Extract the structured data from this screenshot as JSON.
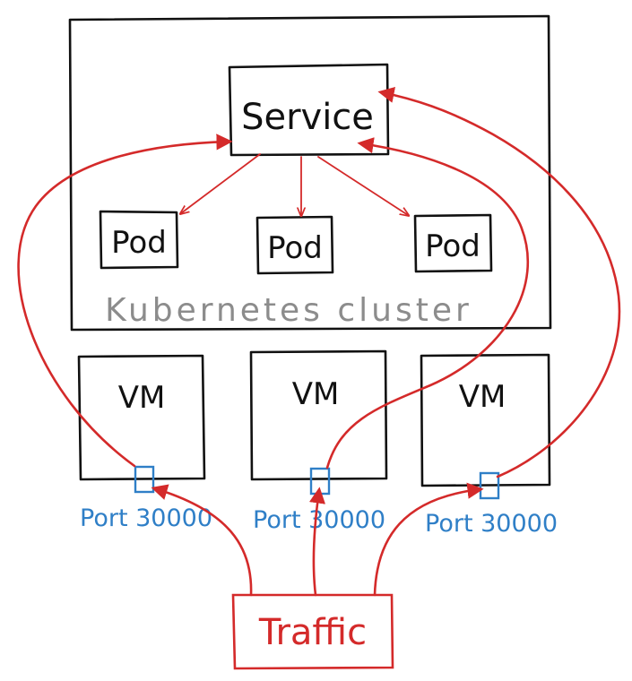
{
  "service": {
    "label": "Service"
  },
  "pods": [
    {
      "label": "Pod"
    },
    {
      "label": "Pod"
    },
    {
      "label": "Pod"
    }
  ],
  "cluster": {
    "label": "Kubernetes cluster"
  },
  "vms": [
    {
      "label": "VM",
      "port_label": "Port 30000"
    },
    {
      "label": "VM",
      "port_label": "Port 30000"
    },
    {
      "label": "VM",
      "port_label": "Port 30000"
    }
  ],
  "traffic": {
    "label": "Traffic"
  },
  "colors": {
    "outline": "#111111",
    "traffic_red": "#d42a2a",
    "port_blue": "#2f7fc7",
    "cluster_label_gray": "#8c8c8c"
  }
}
